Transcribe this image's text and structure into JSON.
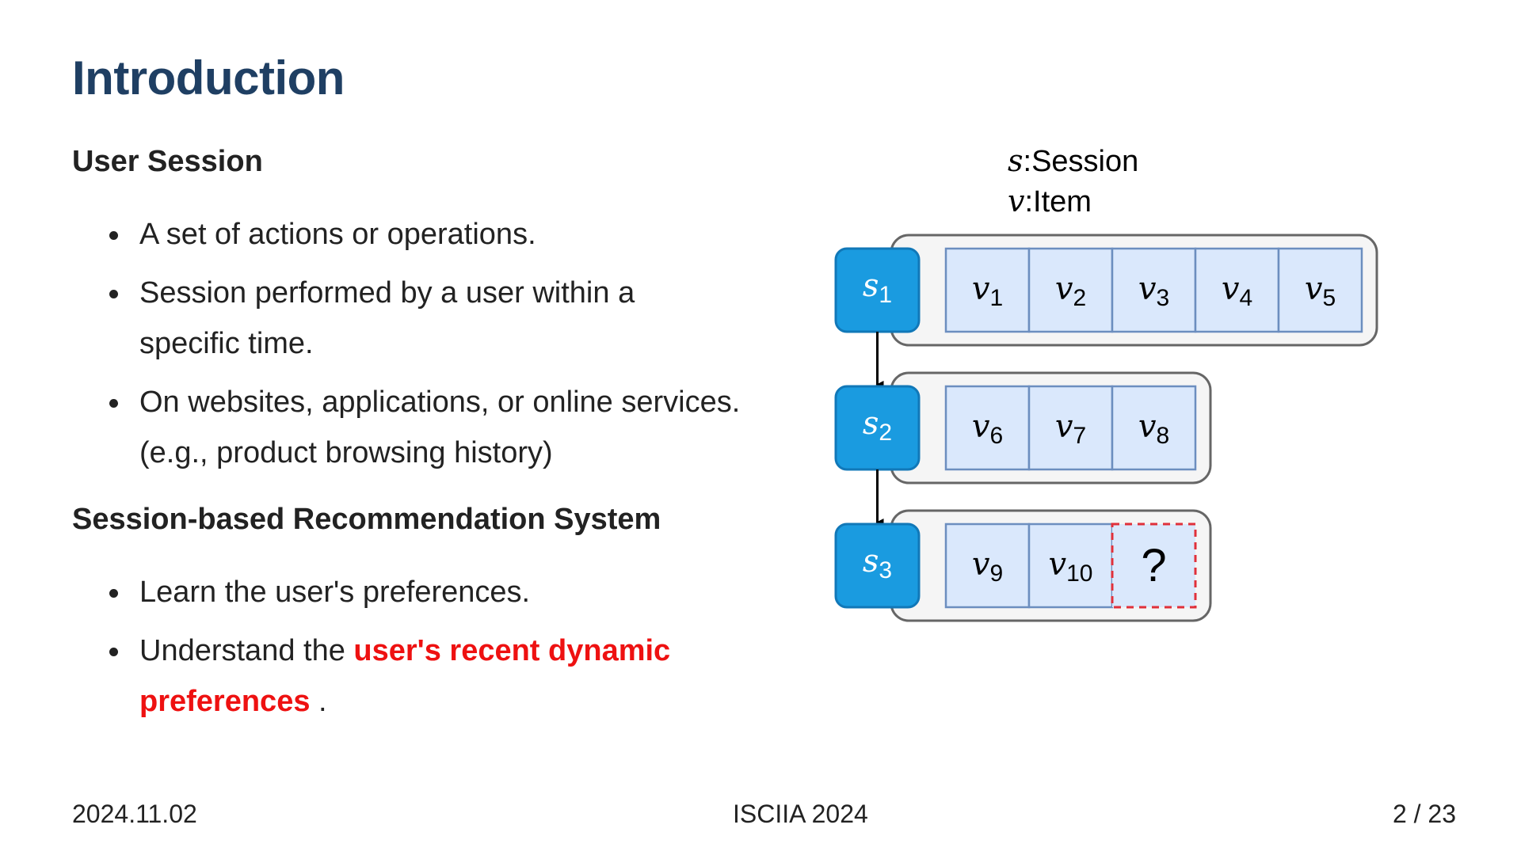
{
  "slide": {
    "title": "Introduction"
  },
  "section1": {
    "heading": "User Session",
    "bullets": [
      "A set of actions or operations.",
      "Session performed by a user within a specific time.",
      "On websites, applications, or online services. (e.g., product browsing history)"
    ]
  },
  "section2": {
    "heading": "Session-based Recommendation System",
    "bullet1": "Learn the user's preferences.",
    "bullet2_prefix": "Understand the ",
    "bullet2_emph": "user's recent dynamic preferences",
    "bullet2_suffix": " ."
  },
  "diagram": {
    "legend_session_symbol": "s",
    "legend_session_label": ":Session",
    "legend_item_symbol": "v",
    "legend_item_label": ":Item",
    "sessions": [
      {
        "symbol": "s",
        "sub": "1",
        "items": [
          {
            "sub": "1"
          },
          {
            "sub": "2"
          },
          {
            "sub": "3"
          },
          {
            "sub": "4"
          },
          {
            "sub": "5"
          }
        ]
      },
      {
        "symbol": "s",
        "sub": "2",
        "items": [
          {
            "sub": "6"
          },
          {
            "sub": "7"
          },
          {
            "sub": "8"
          }
        ]
      },
      {
        "symbol": "s",
        "sub": "3",
        "items": [
          {
            "sub": "9"
          },
          {
            "sub": "10"
          }
        ]
      }
    ],
    "item_symbol": "v",
    "unknown_item": "?"
  },
  "colors": {
    "title": "#1f3f63",
    "emphasis": "#ee1111",
    "session_box": "#1a9be0",
    "item_fill": "#dae8fc",
    "item_border": "#6c8ebf",
    "container_fill": "#f5f5f5",
    "container_border": "#666666",
    "unknown_border": "#e0303a"
  },
  "footer": {
    "date": "2024.11.02",
    "conference": "ISCIIA 2024",
    "page": "2 / 23"
  }
}
